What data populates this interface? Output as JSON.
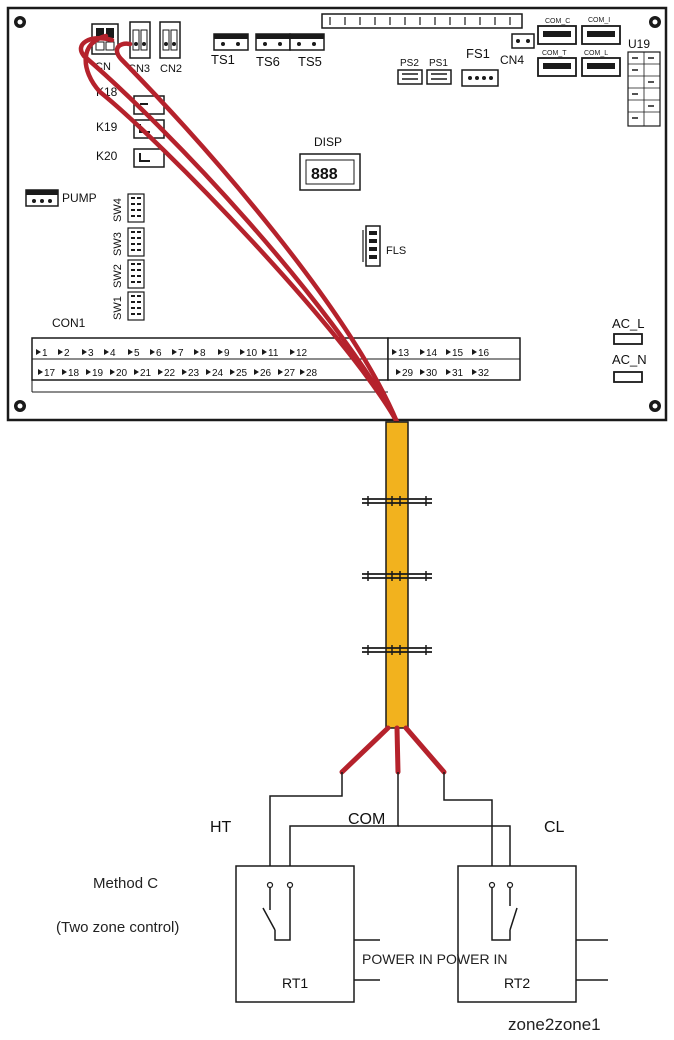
{
  "board": {
    "connectors_top": [
      {
        "id": "cn",
        "label": "CN"
      },
      {
        "id": "cn3",
        "label": "CN3"
      },
      {
        "id": "cn2",
        "label": "CN2"
      },
      {
        "id": "ts1",
        "label": "TS1"
      },
      {
        "id": "ts6",
        "label": "TS6"
      },
      {
        "id": "ts5",
        "label": "TS5"
      },
      {
        "id": "ps2",
        "label": "PS2"
      },
      {
        "id": "ps1",
        "label": "PS1"
      },
      {
        "id": "fs1",
        "label": "FS1"
      },
      {
        "id": "cn4",
        "label": "CN4"
      },
      {
        "id": "u19",
        "label": "U19"
      }
    ],
    "com_ports": [
      "COM_C",
      "COM_I",
      "COM_T",
      "COM_L"
    ],
    "relays": [
      "K18",
      "K19",
      "K20"
    ],
    "switches": [
      "SW4",
      "SW3",
      "SW2",
      "SW1"
    ],
    "pump": "PUMP",
    "display": "DISP",
    "fls": "FLS",
    "terminal_block": "CON1",
    "terminals_row1": [
      "1",
      "2",
      "3",
      "4",
      "5",
      "6",
      "7",
      "8",
      "9",
      "10",
      "11",
      "12",
      "13",
      "14",
      "15",
      "16"
    ],
    "terminals_row2": [
      "17",
      "18",
      "19",
      "20",
      "21",
      "22",
      "23",
      "24",
      "25",
      "26",
      "27",
      "28",
      "29",
      "30",
      "31",
      "32"
    ],
    "ac_l": "AC_L",
    "ac_n": "AC_N"
  },
  "wiring": {
    "ht": "HT",
    "com": "COM",
    "cl": "CL"
  },
  "method": {
    "title": "Method C",
    "subtitle": "(Two zone control)"
  },
  "thermostats": [
    {
      "id": "rt1",
      "label": "RT1"
    },
    {
      "id": "rt2",
      "label": "RT2"
    }
  ],
  "power_in": "POWER IN POWER IN",
  "zones": "zone2zone1",
  "colors": {
    "wire": "#b5222c",
    "cable": "#f2b21e",
    "line": "#1a1a1a"
  }
}
